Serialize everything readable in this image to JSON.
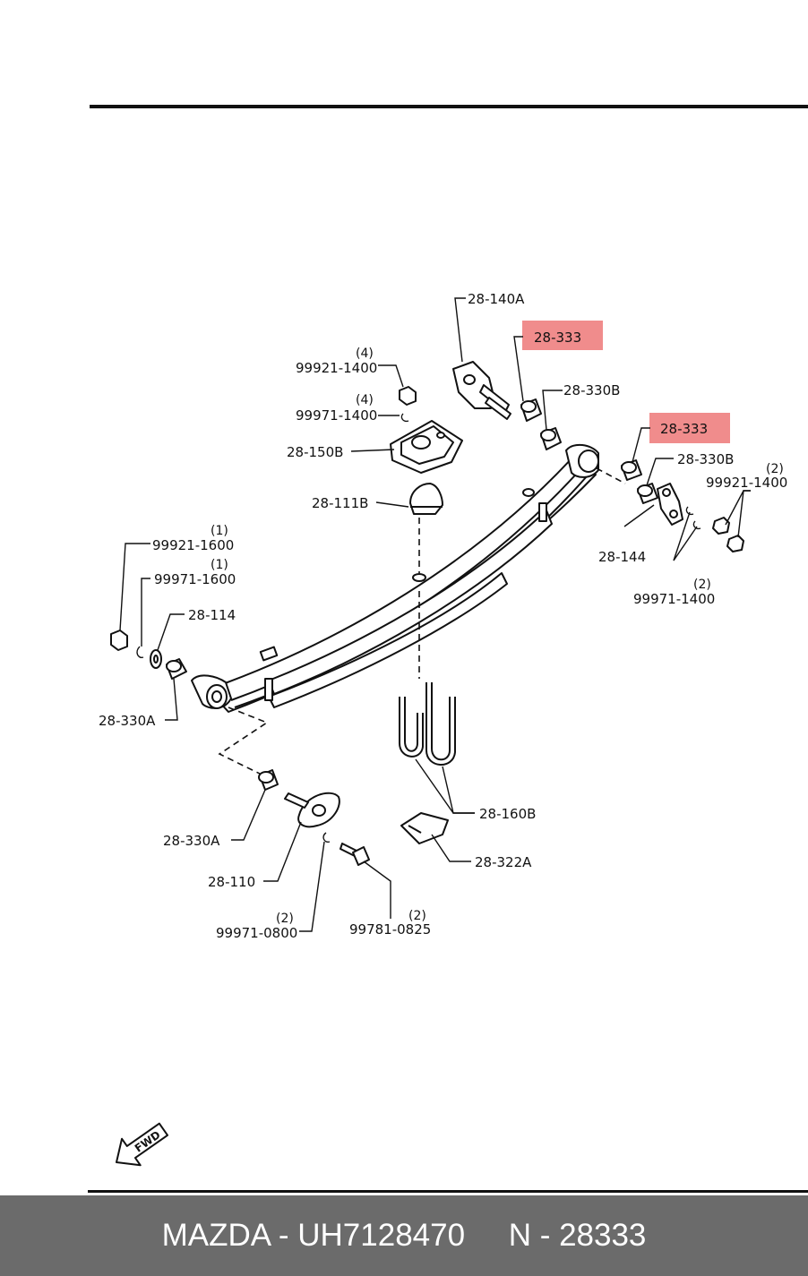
{
  "diagram": {
    "callouts": {
      "c_28_140a": "28-140A",
      "c_28_333_top": "28-333",
      "c_28_330b_top": "28-330B",
      "c_28_333_right": "28-333",
      "c_28_330b_right": "28-330B",
      "c_99921_1400_left": "99921-1400",
      "c_99921_1400_left_qty": "(4)",
      "c_99971_1400_left": "99971-1400",
      "c_99971_1400_left_qty": "(4)",
      "c_28_150b": "28-150B",
      "c_28_111b": "28-111B",
      "c_99921_1400_right": "99921-1400",
      "c_99921_1400_right_qty": "(2)",
      "c_28_144": "28-144",
      "c_99971_1400_right": "99971-1400",
      "c_99971_1400_right_qty": "(2)",
      "c_99921_1600": "99921-1600",
      "c_99921_1600_qty": "(1)",
      "c_99971_1600": "99971-1600",
      "c_99971_1600_qty": "(1)",
      "c_28_114": "28-114",
      "c_28_330a_left": "28-330A",
      "c_28_330a_lower": "28-330A",
      "c_28_160b": "28-160B",
      "c_28_322a": "28-322A",
      "c_28_110": "28-110",
      "c_99971_0800": "99971-0800",
      "c_99971_0800_qty": "(2)",
      "c_99781_0825": "99781-0825",
      "c_99781_0825_qty": "(2)"
    },
    "highlight_color": "#f08c8c",
    "fwd_label": "FWD"
  },
  "footer": {
    "brand_part": "MAZDA - UH7128470",
    "ref": "N - 28333"
  }
}
